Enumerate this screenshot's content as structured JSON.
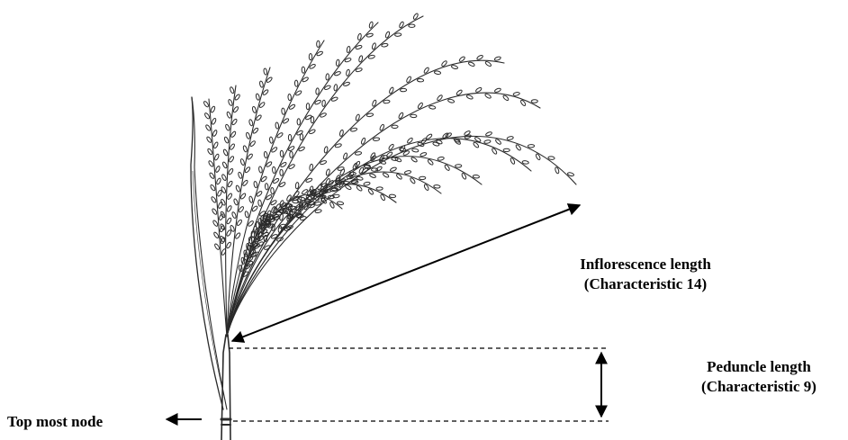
{
  "labels": {
    "inflorescence": {
      "line1": "Inflorescence length",
      "line2": "(Characteristic 14)"
    },
    "peduncle": {
      "line1": "Peduncle length",
      "line2": "(Characteristic 9)"
    },
    "top_node": "Top most  node"
  },
  "colors": {
    "ink": "#000000",
    "sketch": "#2a2a2a",
    "background": "#ffffff"
  }
}
